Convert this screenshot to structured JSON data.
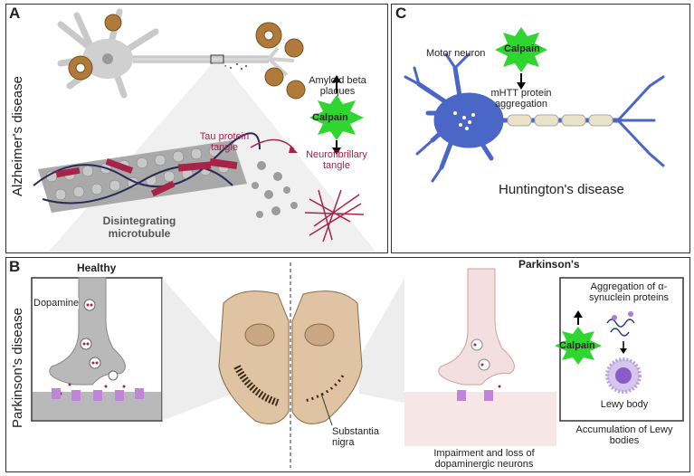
{
  "panel_a": {
    "letter": "A",
    "side_title": "Alzheimer's disease",
    "amyloid": "Amyloid beta plaques",
    "calpain": "Calpain",
    "tau": "Tau protein tangle",
    "nft": "Neurofibrillary tangle",
    "microtubule": "Disintegrating microtubule"
  },
  "panel_b": {
    "letter": "B",
    "side_title": "Parkinson's disease",
    "healthy": "Healthy",
    "dopamine": "Dopamine",
    "parkinsons": "Parkinson's",
    "substantia": "Substantia nigra",
    "impairment": "Impairment and loss of dopaminergic neurons",
    "aggregation": "Aggregation of α-synuclein proteins",
    "calpain": "Calpain",
    "lewy_body": "Lewy body",
    "accumulation": "Accumulation of Lewy bodies"
  },
  "panel_c": {
    "letter": "C",
    "motor": "Motor neuron",
    "calpain": "Calpain",
    "mhtt": "mHTT protein aggregation",
    "title": "Huntington's disease"
  },
  "colors": {
    "calpain_green": "#2fd62f",
    "tangle": "#a8234a",
    "neuron_blue": "#4a67c8",
    "microtubule_grey": "#8a8a8a"
  }
}
